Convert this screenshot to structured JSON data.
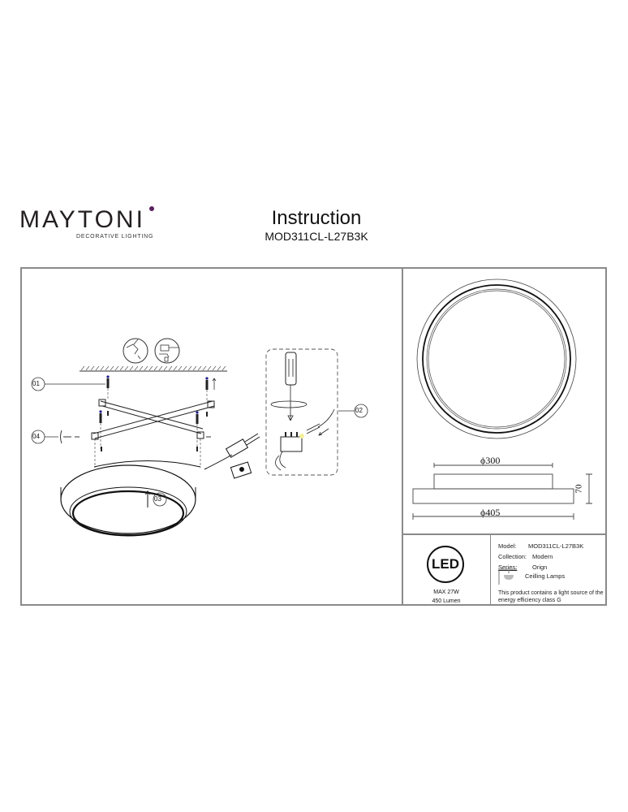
{
  "header": {
    "brand": "MAYTONI",
    "brand_tagline": "DECORATIVE LIGHTING",
    "brand_accent_color": "#5b1f5e",
    "title": "Instruction",
    "model_code": "MOD311CL-L27B3K"
  },
  "assembly_diagram": {
    "callouts": [
      "01",
      "02",
      "03",
      "04"
    ],
    "tool_icons": [
      "drill-icon",
      "screw-anchor-icon"
    ]
  },
  "dimensions": {
    "top_diameter": "ϕ300",
    "bottom_diameter": "ϕ405",
    "height": "70"
  },
  "energy": {
    "badge": "LED",
    "max_power": "MAX 27W",
    "lumen": "450 Lumen"
  },
  "specs": {
    "model_label": "Model:",
    "model_value": "MOD311CL-L27B3K",
    "collection_label": "Collection:",
    "collection_value": "Modern",
    "series_label": "Series:",
    "series_value": "Orign",
    "type_value": "Ceilling Lamps",
    "energy_note_line1": "This product contains a light source of the",
    "energy_note_line2": "energy efficiency class G"
  }
}
